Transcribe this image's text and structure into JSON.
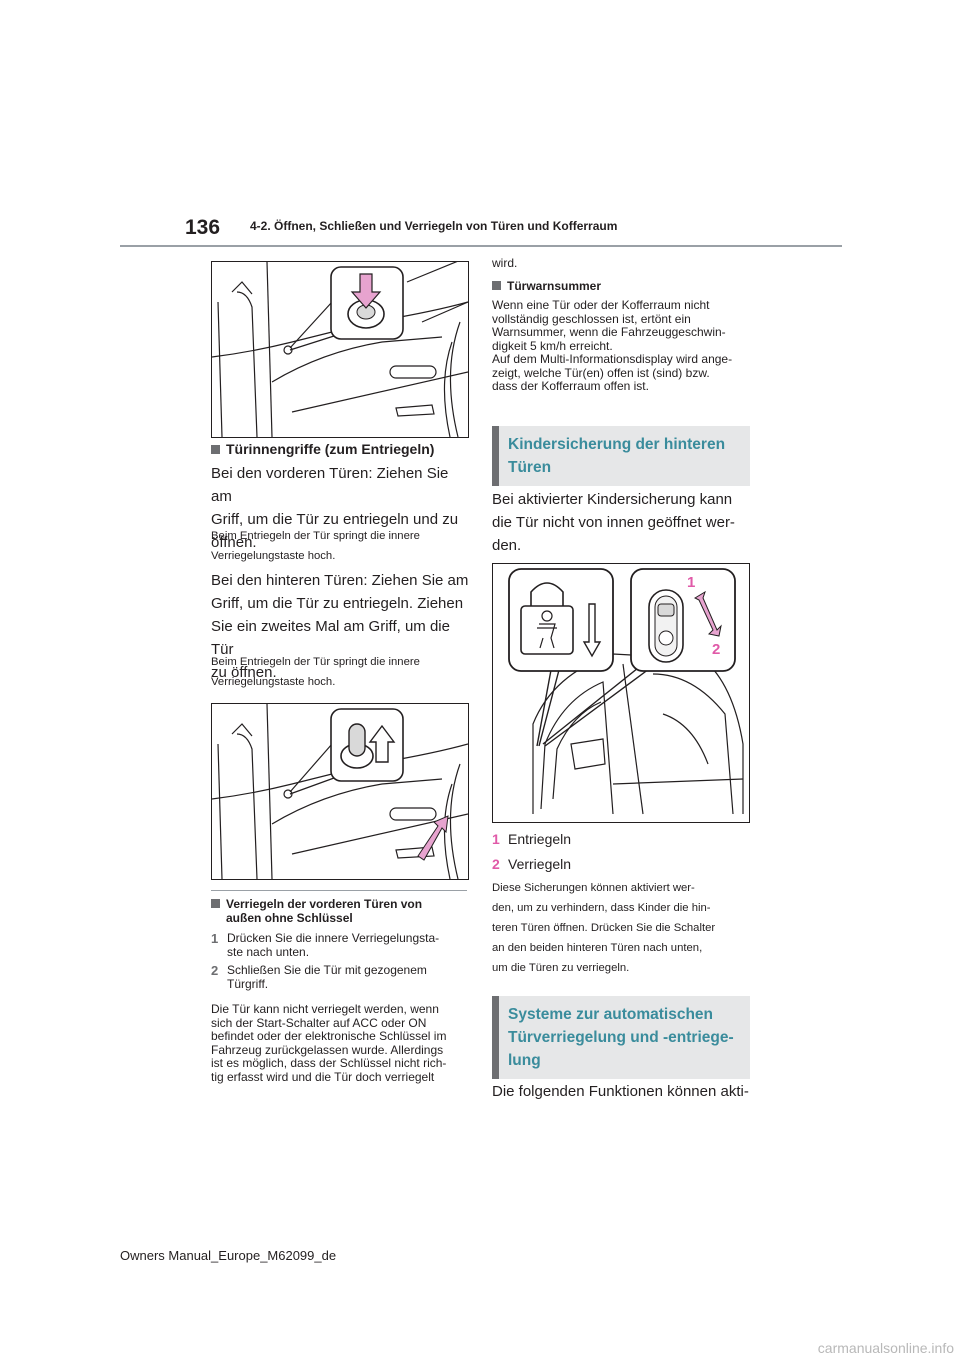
{
  "header": {
    "page_number": "136",
    "chapter": "4-2. Öffnen, Schließen und Verriegeln von Türen und Kofferraum"
  },
  "left": {
    "heading1": "Türinnengriffe (zum Entriegeln)",
    "para1_lines": [
      "Bei den vorderen Türen: Ziehen Sie am",
      "Griff, um die Tür zu entriegeln und zu",
      "öffnen."
    ],
    "note1_lines": [
      "Beim Entriegeln der Tür springt die innere",
      "Verriegelungstaste hoch."
    ],
    "para2_lines": [
      "Bei den hinteren Türen: Ziehen Sie am",
      "Griff, um die Tür zu entriegeln. Ziehen",
      "Sie ein zweites Mal am Griff, um die Tür",
      "zu öffnen."
    ],
    "note2_lines": [
      "Beim Entriegeln der Tür springt die innere",
      "Verriegelungstaste hoch."
    ],
    "heading2_lines": [
      "Verriegeln der vorderen Türen von",
      "außen ohne Schlüssel"
    ],
    "steps": [
      {
        "n": "1",
        "lines": [
          "Drücken Sie die innere Verriegelungsta-",
          "ste nach unten."
        ]
      },
      {
        "n": "2",
        "lines": [
          "Schließen Sie die Tür mit gezogenem",
          "Türgriff."
        ]
      }
    ],
    "para3_lines": [
      "Die Tür kann nicht verriegelt werden, wenn",
      "sich der Start-Schalter auf ACC oder ON",
      "befindet oder der elektronische Schlüssel im",
      "Fahrzeug zurückgelassen wurde. Allerdings",
      "ist es möglich, dass der Schlüssel nicht rich-",
      "tig erfasst wird und die Tür doch verriegelt"
    ]
  },
  "right": {
    "cont": "wird.",
    "heading_buzzer": "Türwarnsummer",
    "buzzer_lines": [
      "Wenn eine Tür oder der Kofferraum nicht",
      "vollständig geschlossen ist, ertönt ein",
      "Warnsummer, wenn die Fahrzeuggeschwin-",
      "digkeit 5 km/h erreicht.",
      "Auf dem Multi-Informationsdisplay wird ange-",
      "zeigt, welche Tür(en) offen ist (sind) bzw.",
      "dass der Kofferraum offen ist."
    ],
    "section1_lines": [
      "Kindersicherung der hinteren",
      "Türen"
    ],
    "child_para_lines": [
      "Bei aktivierter Kindersicherung kann",
      "die Tür nicht von innen geöffnet wer-",
      "den."
    ],
    "fig_labels": [
      "1",
      "2"
    ],
    "legend": [
      {
        "n": "1",
        "text": "Entriegeln"
      },
      {
        "n": "2",
        "text": "Verriegeln"
      }
    ],
    "child_note_lines": [
      "Diese Sicherungen können aktiviert wer-",
      "den, um zu verhindern, dass Kinder die hin-",
      "teren Türen öffnen. Drücken Sie die Schalter",
      "an den beiden hinteren Türen nach unten,",
      "um die Türen zu verriegeln."
    ],
    "section2_lines": [
      "Systeme zur automatischen",
      "Türverriegelung und -entriege-",
      "lung"
    ],
    "last_para": "Die folgenden Funktionen können akti-"
  },
  "footer": {
    "text": "Owners Manual_Europe_M62099_de"
  },
  "watermark": "carmanualsonline.info",
  "colors": {
    "accent_teal": "#3a8c9c",
    "label_pink": "#e05aa8",
    "arrow_pink": "#e7a3cf",
    "gray_marker": "#6d6e71"
  }
}
